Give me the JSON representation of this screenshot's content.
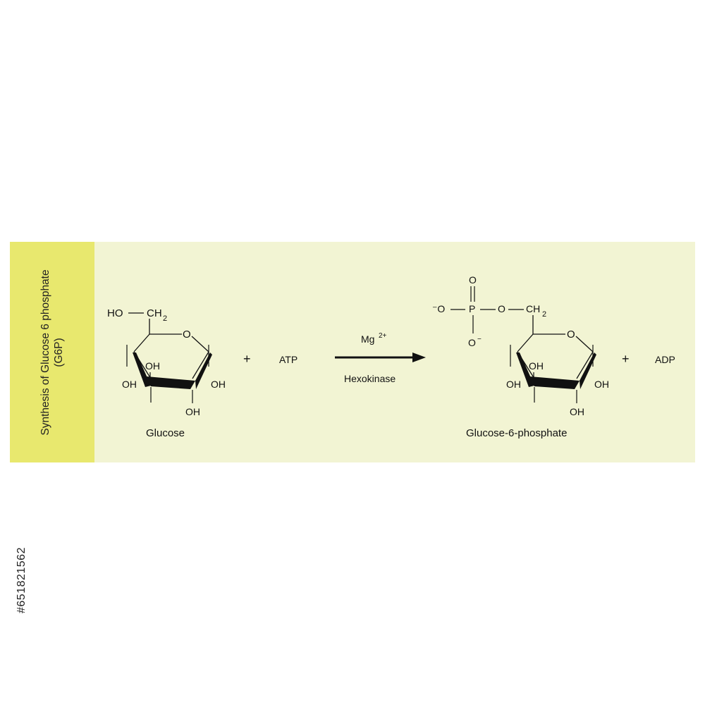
{
  "sidebar": {
    "title_line1": "Synthesis of Glucose 6 phosphate",
    "title_line2": "(G6P)"
  },
  "reaction": {
    "reactant1": {
      "name": "Glucose",
      "hydroxymethyl": "HO",
      "ch2": "CH",
      "ch2_sub": "2",
      "ring_oxygen": "O",
      "hydroxyls": [
        "OH",
        "OH",
        "OH",
        "OH"
      ]
    },
    "plus1": "+",
    "reactant2": "ATP",
    "cofactor": "Mg",
    "cofactor_charge": "2+",
    "enzyme": "Hexokinase",
    "product1": {
      "name": "Glucose-6-phosphate",
      "phosphate_o_minus": "⁻O",
      "phosphate_p": "P",
      "phosphate_o_top": "O",
      "phosphate_o_bottom": "O",
      "phosphate_minus": "−",
      "bridge_o": "O",
      "ch2": "CH",
      "ch2_sub": "2",
      "ring_oxygen": "O",
      "hydroxyls": [
        "OH",
        "OH",
        "OH",
        "OH"
      ]
    },
    "plus2": "+",
    "product2": "ADP"
  },
  "stock_id": "#651821562",
  "colors": {
    "banner_bg": "#f2f4d3",
    "sidebar_bg": "#e8e86e",
    "ink": "#111111"
  }
}
